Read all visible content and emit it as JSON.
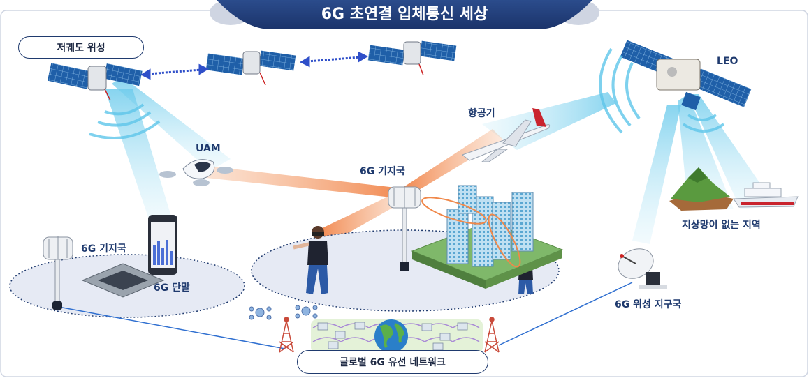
{
  "title": "6G 초연결 입체통신 세상",
  "labels": {
    "leo_constellation": "저궤도 위성",
    "leo": "LEO",
    "uam": "UAM",
    "aircraft": "항공기",
    "base_station_center": "6G 기지국",
    "base_station_left": "6G 기지국",
    "terminal": "6G 단말",
    "no_terrestrial": "지상망이 없는 지역",
    "ground_station": "6G 위성 지구국",
    "wired_network": "글로벌 6G 유선 네트워크"
  },
  "colors": {
    "navy": "#1f3a6e",
    "beam_cyan": "#7fd3ee",
    "beam_orange": "#f0884a",
    "cell_zone": "#e4e8f3"
  }
}
